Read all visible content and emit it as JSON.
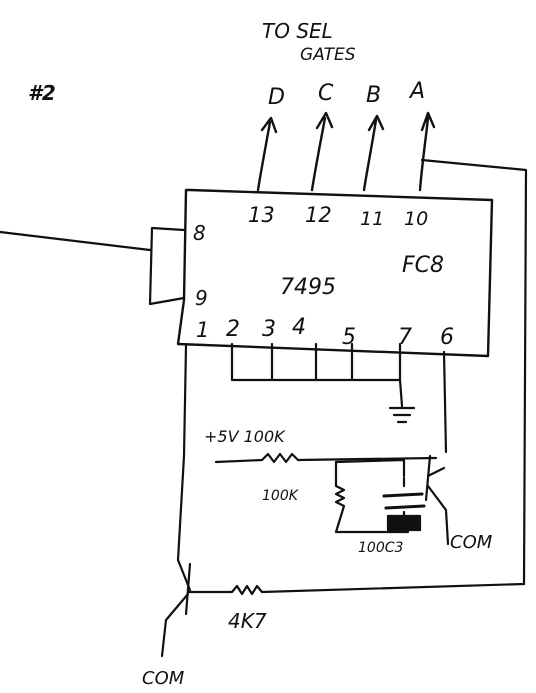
{
  "sheet": {
    "heading": "TO SEL\nGATES",
    "margin_mark": "#2",
    "outputs": [
      "D",
      "C",
      "B",
      "A"
    ],
    "chip": {
      "part": "7495",
      "ref": "FC8",
      "top_pins": [
        "13",
        "12",
        "11",
        "10"
      ],
      "left_pins": [
        "8",
        "9"
      ],
      "bottom_pins": [
        "1",
        "2",
        "3",
        "4",
        "5",
        "7",
        "6"
      ]
    },
    "supply_label": "+5V 100K",
    "resistor_label": "100K",
    "cap_label": "100C3",
    "com_right": "COM",
    "base_resistor": "4K7",
    "com_bottom": "COM"
  }
}
